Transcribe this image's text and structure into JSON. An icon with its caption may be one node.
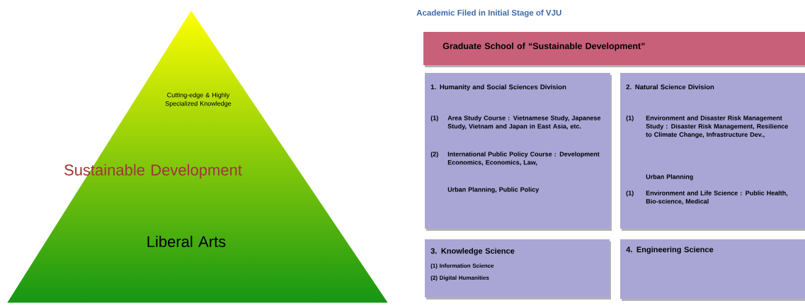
{
  "diagram": {
    "title": "Academic Filed in Initial Stage of VJU",
    "nodes": [
      {
        "text": [
          "Cutting-edge & Highly Specialized Knowledge",
          "Sustainable Development",
          "Liberal Arts"
        ]
      },
      {
        "text": [
          "Graduate School of “Sustainable Development”"
        ]
      },
      {
        "text": [
          "1. Humanity and Social Sciences Division",
          "(1)",
          "Area Study Course : Vietnamese Study, Japanese Study, Vietnam and Japan in East Asia, etc.",
          "(2)",
          "International Public Policy Course : Development Economics, Economics, Law,",
          "Urban Planning, Public Policy"
        ]
      },
      {
        "text": [
          "2. Natural Science Division",
          "(1)",
          "Environment and Disaster Risk Management Study : Disaster Risk Management, Resilience to Climate Change, Infrastructure Dev.,",
          "Urban Planning",
          "(1)",
          "Environment and Life Science : Public Health, Bio-science, Medical"
        ]
      },
      {
        "text": [
          "3. Knowledge Science",
          "(1) Information Science",
          "(2) Digital Humanities"
        ]
      },
      {
        "text": [
          "4. Engineering Science"
        ]
      }
    ]
  }
}
